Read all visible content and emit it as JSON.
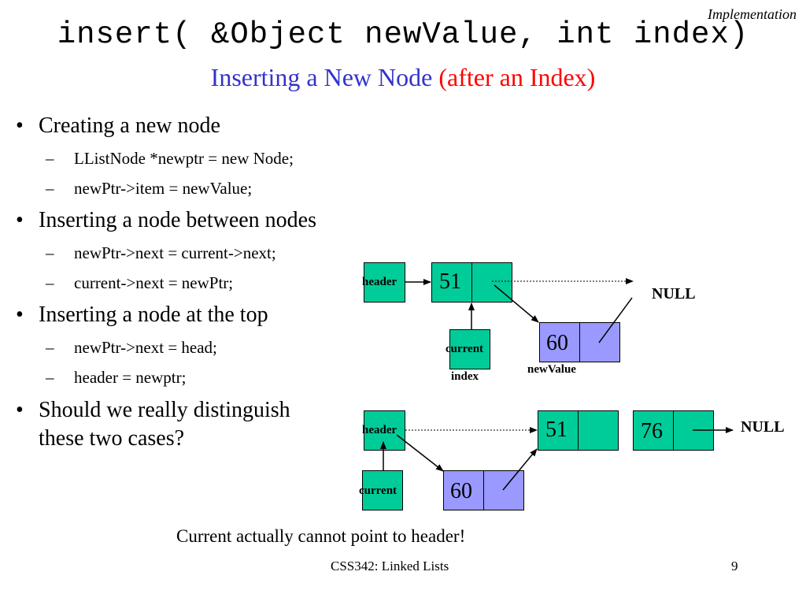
{
  "slide": {
    "tag": "Implementation",
    "code_title": "insert( &Object newValue, int index)",
    "subtitle_main": "Inserting a New Node",
    "subtitle_paren": "(after an Index)",
    "bullets": [
      {
        "text": "Creating a new node",
        "subs": [
          "LListNode *newptr = new Node;",
          "newPtr->item = newValue;"
        ]
      },
      {
        "text": "Inserting a node between nodes",
        "subs": [
          "newPtr->next = current->next;",
          "current->next = newPtr;"
        ]
      },
      {
        "text": "Inserting a node at the top",
        "subs": [
          "newPtr->next = head;",
          "header = newptr;"
        ]
      },
      {
        "text": "Should we really distinguish",
        "text2": "these two cases?",
        "subs": []
      }
    ],
    "bullet_glyph": "•",
    "dash_glyph": "–",
    "diagram1": {
      "header_label": "header",
      "node_a_value": "51",
      "null_label": "NULL",
      "current_label": "current",
      "index_label": "index",
      "new_node_value": "60",
      "new_value_label": "newValue"
    },
    "diagram2": {
      "header_label": "header",
      "node_a_value": "51",
      "node_b_value": "76",
      "null_label": "NULL",
      "current_label": "current",
      "new_node_value": "60"
    },
    "caption": "Current actually cannot point to header!",
    "footer": "CSS342: Linked Lists",
    "page_number": "9",
    "colors": {
      "node_green": "#00cc99",
      "node_purple": "#9999ff",
      "subtitle_blue": "#3333cc",
      "subtitle_red": "#ff0000"
    }
  }
}
